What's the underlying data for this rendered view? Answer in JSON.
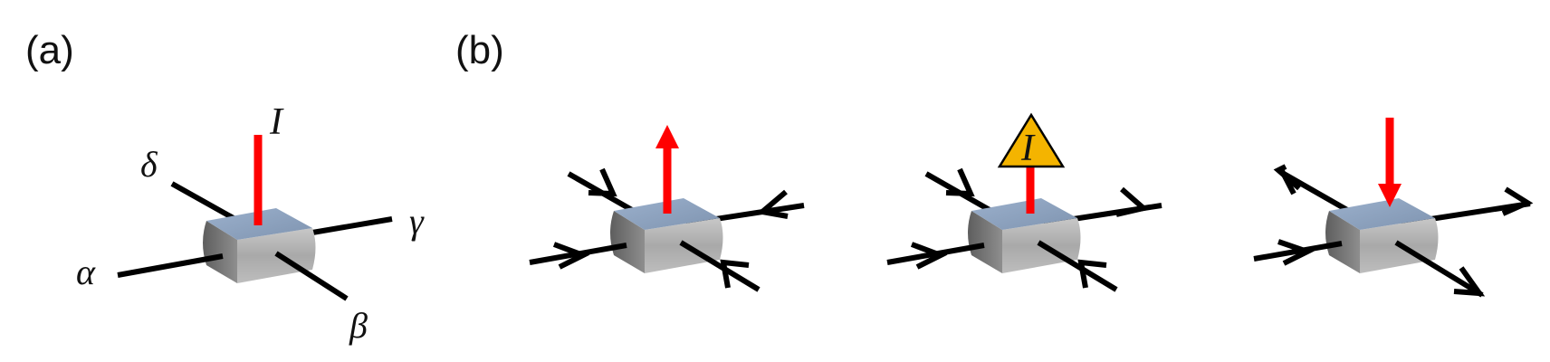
{
  "panels": {
    "a": {
      "label": "(a)"
    },
    "b": {
      "label": "(b)"
    }
  },
  "legs": {
    "alpha": "α",
    "beta": "β",
    "gamma": "γ",
    "delta": "δ",
    "I": "I"
  },
  "triangle_label": "I",
  "colors": {
    "wire": "#000000",
    "current": "#ff0000",
    "triangle": "#f4b400",
    "box_top": "#8ea3bf",
    "box_front": "#b5b5b5",
    "box_side": "#808080"
  }
}
